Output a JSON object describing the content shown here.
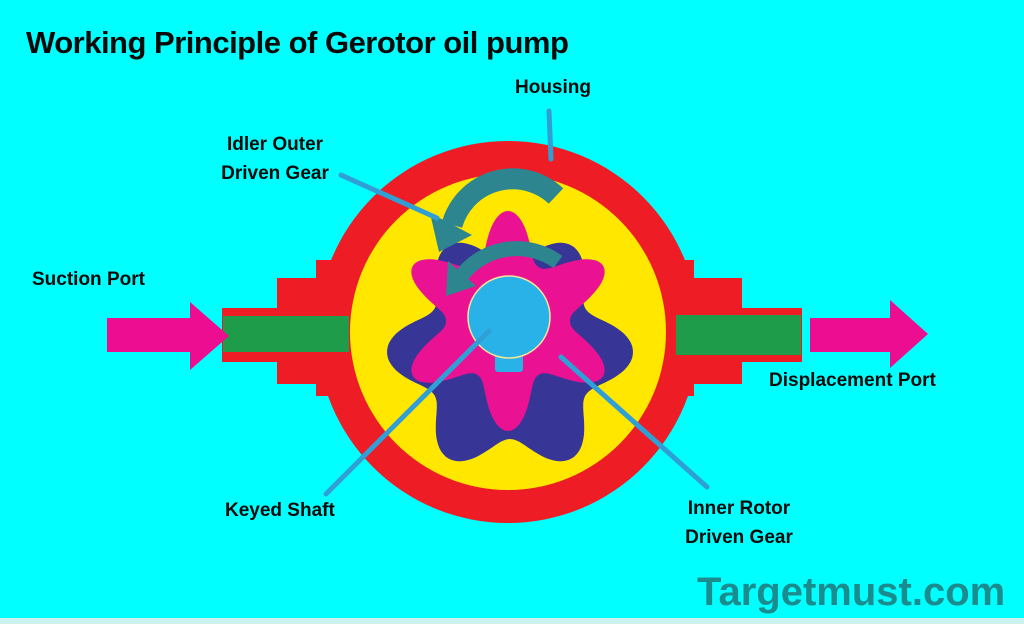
{
  "title": "Working Principle of Gerotor oil pump",
  "labels": {
    "housing": "Housing",
    "idler_outer_line1": "Idler Outer",
    "idler_outer_line2": "Driven Gear",
    "suction": "Suction Port",
    "displacement": "Displacement Port",
    "keyed_shaft": "Keyed Shaft",
    "inner_rotor_line1": "Inner Rotor",
    "inner_rotor_line2": "Driven Gear"
  },
  "watermark": "Targetmust.com",
  "colors": {
    "background": "#00ffff",
    "housing_red": "#ee1c25",
    "chamber_yellow": "#ffe700",
    "outer_gear_blue": "#373596",
    "inner_rotor_pink": "#ea1192",
    "shaft_blue": "#29b2e8",
    "shaft_outline": "#f5e49a",
    "port_green": "#1f9c4a",
    "flow_arrow_magenta": "#ec0d90",
    "rotation_arrow_teal": "#2d8590",
    "leader_line_blue": "#2f9fd6",
    "text_black": "#0a0a0a",
    "watermark_teal": "#1b8c8e",
    "bottom_edge_strip": "#cdf1f1"
  }
}
